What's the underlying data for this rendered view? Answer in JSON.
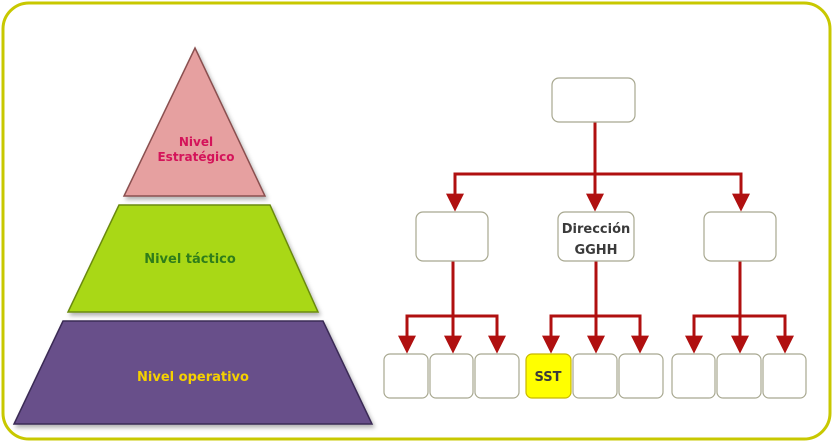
{
  "pyramid": {
    "levels": [
      {
        "id": "estrategico",
        "lines": [
          "Nivel",
          "Estratégico"
        ],
        "fill": "#e6a0a0",
        "text_color": "#d4145a"
      },
      {
        "id": "tactico",
        "lines": [
          "Nivel táctico"
        ],
        "fill": "#a9d818",
        "text_color": "#2f7d1a"
      },
      {
        "id": "operativo",
        "lines": [
          "Nivel operativo"
        ],
        "fill": "#67508a",
        "text_color": "#f5d000"
      }
    ]
  },
  "org_chart": {
    "root": {
      "label": ""
    },
    "middle": [
      {
        "label": ""
      },
      {
        "label_lines": [
          "Dirección",
          "GGHH"
        ]
      },
      {
        "label": ""
      }
    ],
    "leaves": [
      [
        {
          "label": ""
        },
        {
          "label": ""
        },
        {
          "label": ""
        }
      ],
      [
        {
          "label": "SST",
          "highlight": true
        },
        {
          "label": ""
        },
        {
          "label": ""
        }
      ],
      [
        {
          "label": ""
        },
        {
          "label": ""
        },
        {
          "label": ""
        }
      ]
    ]
  },
  "colors": {
    "frame_border": "#c8c800",
    "connector": "#b01010",
    "box_border": "#a8a890",
    "box_text": "#3a3a3a",
    "highlight_fill": "#ffff00"
  }
}
